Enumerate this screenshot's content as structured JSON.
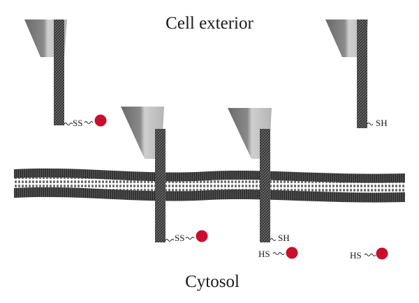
{
  "labels": {
    "cell_exterior": "Cell exterior",
    "cytosol": "Cytosol"
  },
  "tags": {
    "disulfide": "SS",
    "thiol": "SH",
    "free_thiol": "HS"
  },
  "colors": {
    "payload": "#c8102e",
    "tip_dark": "#5a5a5a",
    "tip_light": "#c8c8c8",
    "shaft": "#4a4a4a",
    "membrane_dark": "#3a3a3a"
  },
  "icons": [
    "afm-tip-icon",
    "nanoneedle-shaft",
    "lipid-bilayer",
    "cargo-molecule"
  ]
}
